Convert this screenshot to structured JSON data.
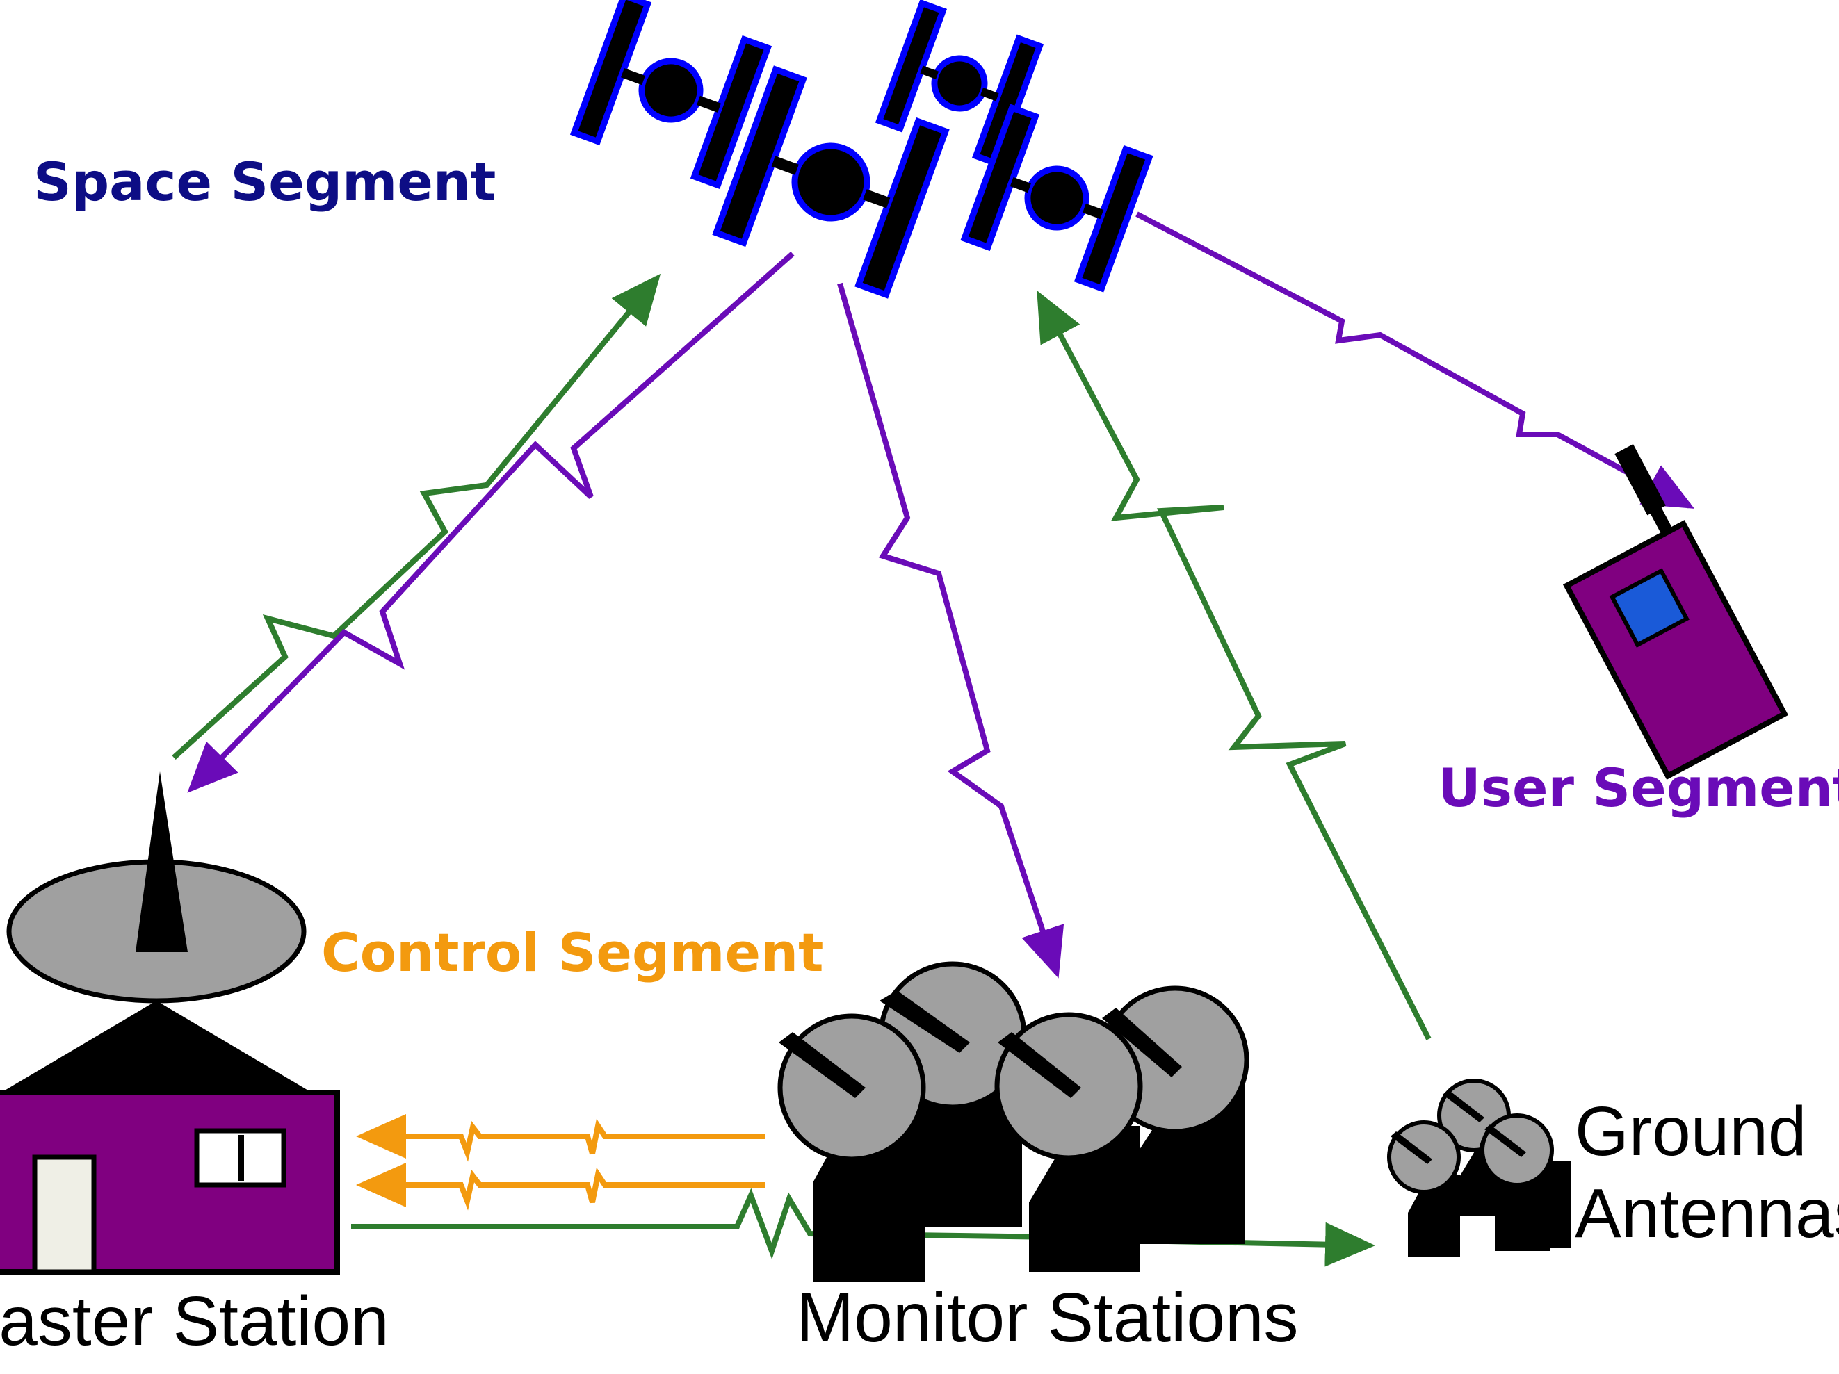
{
  "labels": {
    "space_segment": "Space Segment",
    "control_segment": "Control Segment",
    "user_segment": "User Segment",
    "master_station": "Master Station",
    "monitor_stations": "Monitor Stations",
    "ground": "Ground",
    "antennas": "Antennas"
  },
  "colors": {
    "space": "#0d0d85",
    "control": "#f39a0f",
    "user": "#6a0bb8",
    "uplink_green": "#2e7d2e",
    "downlink_purple": "#6a0bb8",
    "station_purple": "#800080",
    "antenna_gray": "#a0a0a0",
    "panel_blue": "#0000ff",
    "screen_blue": "#1a5ad8"
  },
  "icons": [
    "satellite-icon",
    "dish-antenna-icon",
    "handheld-receiver-icon",
    "building-icon"
  ]
}
